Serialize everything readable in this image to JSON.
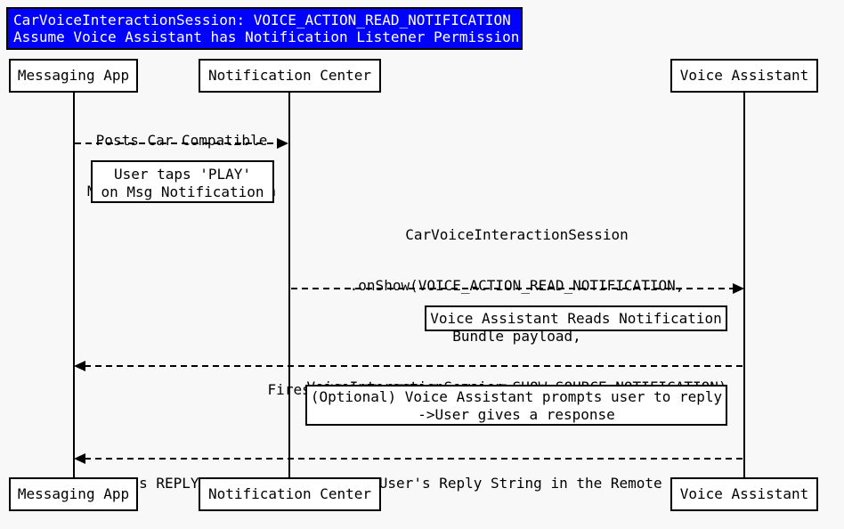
{
  "title": {
    "line1": "CarVoiceInteractionSession: VOICE_ACTION_READ_NOTIFICATION",
    "line2": "Assume Voice Assistant has Notification Listener Permission"
  },
  "actors": [
    {
      "label": "Messaging App"
    },
    {
      "label": "Notification Center"
    },
    {
      "label": "Voice Assistant"
    }
  ],
  "messages": [
    {
      "from": "Messaging App",
      "to": "Notification Center",
      "style": "dashed",
      "lines": [
        "Posts Car Compatible",
        "Messaging Notification"
      ]
    },
    {
      "from": "Notification Center",
      "to": "Voice Assistant",
      "style": "dashed",
      "lines": [
        "CarVoiceInteractionSession",
        ".onShow(VOICE_ACTION_READ_NOTIFICATION,",
        "Bundle payload,",
        "VoiceInteractionSession.SHOW_SOURCE_NOTIFICATION)"
      ]
    },
    {
      "from": "Voice Assistant",
      "to": "Messaging App",
      "style": "dashed",
      "lines": [
        "Fires MARK_AS_READ Pending Intent"
      ]
    },
    {
      "from": "Voice Assistant",
      "to": "Messaging App",
      "style": "dashed",
      "lines": [
        "Fires REPLY Pending Intent with User's Reply String in the Remote Input"
      ]
    }
  ],
  "notes": [
    {
      "lines": [
        "User taps 'PLAY'",
        "on Msg Notification"
      ]
    },
    {
      "lines": [
        "Voice Assistant Reads Notification"
      ]
    },
    {
      "lines": [
        "(Optional) Voice Assistant prompts user to reply",
        "->User gives a response"
      ]
    }
  ],
  "colors": {
    "title_bg": "#0000ff",
    "title_text": "#ffffff",
    "box_fill": "#ffffff",
    "line": "#000000",
    "background": "#f8f8f8"
  }
}
